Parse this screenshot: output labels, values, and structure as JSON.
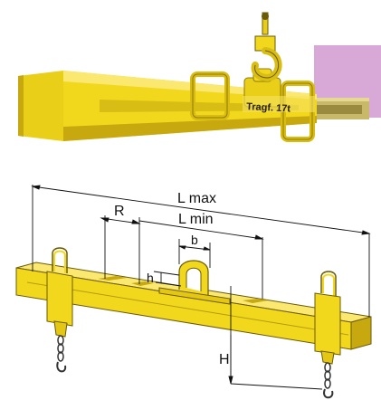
{
  "photo": {
    "beam_marking": "Tragf. 17t"
  },
  "diagram": {
    "labels": {
      "l_max": "L max",
      "l_min": "L min",
      "r": "R",
      "b": "b",
      "h_small": "h",
      "h_large": "H"
    }
  },
  "colors": {
    "beam_yellow": "#f2d81c",
    "beam_shadow": "#c7a90f",
    "beam_dark": "#8f7a0a",
    "corner_patch": "#d8a9d6",
    "dimension_lines": "#111111"
  },
  "icons": [
    "crane-hook-icon",
    "load-chain-icon"
  ]
}
